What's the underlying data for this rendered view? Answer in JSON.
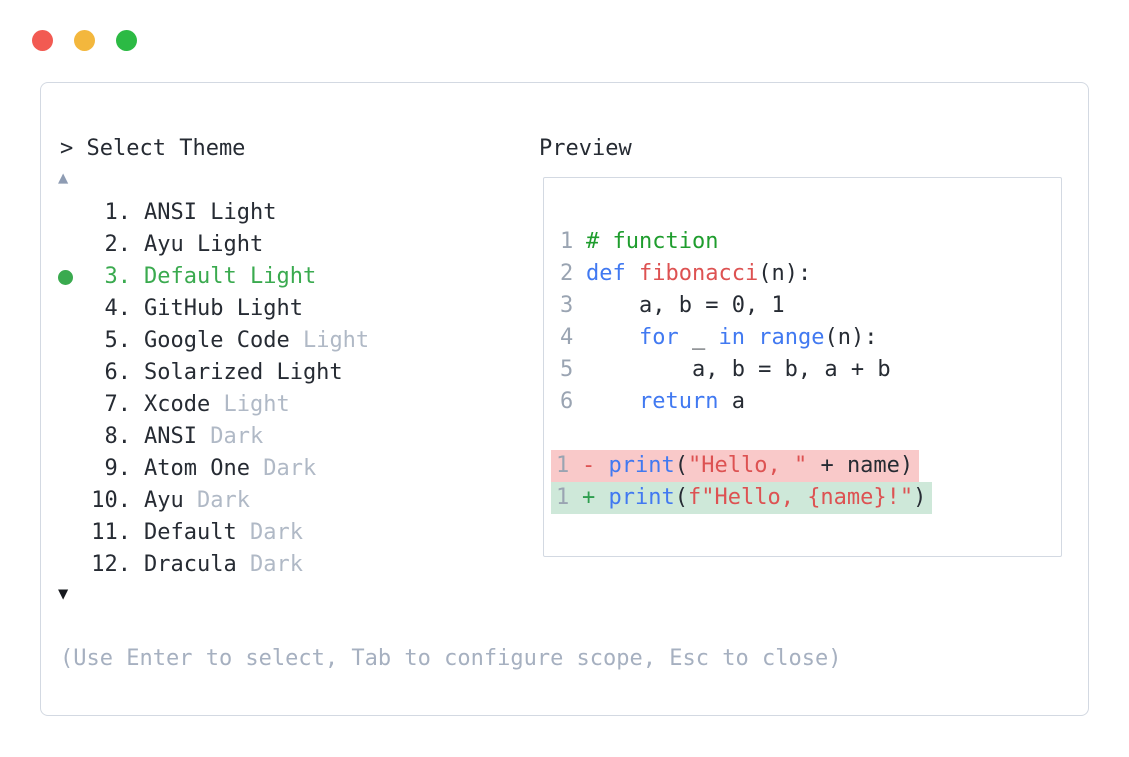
{
  "colors": {
    "text": "#262b33",
    "muted": "#b0b9c6",
    "hint": "#a6b0c0",
    "line_number": "#9aa4b2",
    "scroll_up": "#8e9cb3",
    "selection_green": "#3aaa4f",
    "comment_green": "#1f9d2e",
    "keyword_blue": "#4179f1",
    "string_red": "#dd5252",
    "diff_add_sign": "#2e9e4f",
    "diff_del_bg": "#f9c9c9",
    "diff_add_bg": "#cee8d9",
    "border": "#d3d9e2",
    "traffic_red": "#f25a52",
    "traffic_yellow": "#f3b73d",
    "traffic_green": "#2cba44"
  },
  "theme_picker": {
    "prompt": "> Select Theme",
    "scroll_up_icon": "▲",
    "scroll_down_icon": "▼",
    "items": [
      {
        "num": "1.",
        "name": "ANSI Light",
        "suffix": "",
        "selected": false
      },
      {
        "num": "2.",
        "name": "Ayu Light",
        "suffix": "",
        "selected": false
      },
      {
        "num": "3.",
        "name": "Default Light",
        "suffix": "",
        "selected": true
      },
      {
        "num": "4.",
        "name": "GitHub Light",
        "suffix": "",
        "selected": false
      },
      {
        "num": "5.",
        "name": "Google Code",
        "suffix": "Light",
        "selected": false
      },
      {
        "num": "6.",
        "name": "Solarized Light",
        "suffix": "",
        "selected": false
      },
      {
        "num": "7.",
        "name": "Xcode",
        "suffix": "Light",
        "selected": false
      },
      {
        "num": "8.",
        "name": "ANSI",
        "suffix": "Dark",
        "selected": false
      },
      {
        "num": "9.",
        "name": "Atom One",
        "suffix": "Dark",
        "selected": false
      },
      {
        "num": "10.",
        "name": "Ayu",
        "suffix": "Dark",
        "selected": false
      },
      {
        "num": "11.",
        "name": "Default",
        "suffix": "Dark",
        "selected": false
      },
      {
        "num": "12.",
        "name": "Dracula",
        "suffix": "Dark",
        "selected": false
      }
    ],
    "footer_hint": "(Use Enter to select, Tab to configure scope, Esc to close)"
  },
  "preview": {
    "label": "Preview",
    "code_lines": [
      {
        "ln": "1",
        "tokens": [
          {
            "t": "# function",
            "c": "comment"
          }
        ]
      },
      {
        "ln": "2",
        "tokens": [
          {
            "t": "def",
            "c": "keyword"
          },
          {
            "t": " ",
            "c": "plain"
          },
          {
            "t": "fibonacci",
            "c": "func"
          },
          {
            "t": "(n):",
            "c": "plain"
          }
        ]
      },
      {
        "ln": "3",
        "tokens": [
          {
            "t": "    a, b = 0, 1",
            "c": "plain"
          }
        ]
      },
      {
        "ln": "4",
        "tokens": [
          {
            "t": "    ",
            "c": "plain"
          },
          {
            "t": "for",
            "c": "keyword"
          },
          {
            "t": " _ ",
            "c": "plain"
          },
          {
            "t": "in",
            "c": "keyword"
          },
          {
            "t": " ",
            "c": "plain"
          },
          {
            "t": "range",
            "c": "keyword"
          },
          {
            "t": "(n):",
            "c": "plain"
          }
        ]
      },
      {
        "ln": "5",
        "tokens": [
          {
            "t": "        a, b = b, a + b",
            "c": "plain"
          }
        ]
      },
      {
        "ln": "6",
        "tokens": [
          {
            "t": "    ",
            "c": "plain"
          },
          {
            "t": "return",
            "c": "keyword"
          },
          {
            "t": " a",
            "c": "plain"
          }
        ]
      },
      {
        "ln": "",
        "tokens": []
      },
      {
        "ln": "1",
        "diff": "del",
        "tokens": [
          {
            "t": "- ",
            "c": "del-sign"
          },
          {
            "t": "print",
            "c": "keyword"
          },
          {
            "t": "(",
            "c": "plain"
          },
          {
            "t": "\"Hello, \"",
            "c": "string"
          },
          {
            "t": " + name)",
            "c": "plain"
          }
        ]
      },
      {
        "ln": "1",
        "diff": "add",
        "tokens": [
          {
            "t": "+ ",
            "c": "add-sign"
          },
          {
            "t": "print",
            "c": "keyword"
          },
          {
            "t": "(",
            "c": "plain"
          },
          {
            "t": "f\"Hello, {name}!\"",
            "c": "string"
          },
          {
            "t": ")",
            "c": "plain"
          }
        ]
      }
    ]
  }
}
